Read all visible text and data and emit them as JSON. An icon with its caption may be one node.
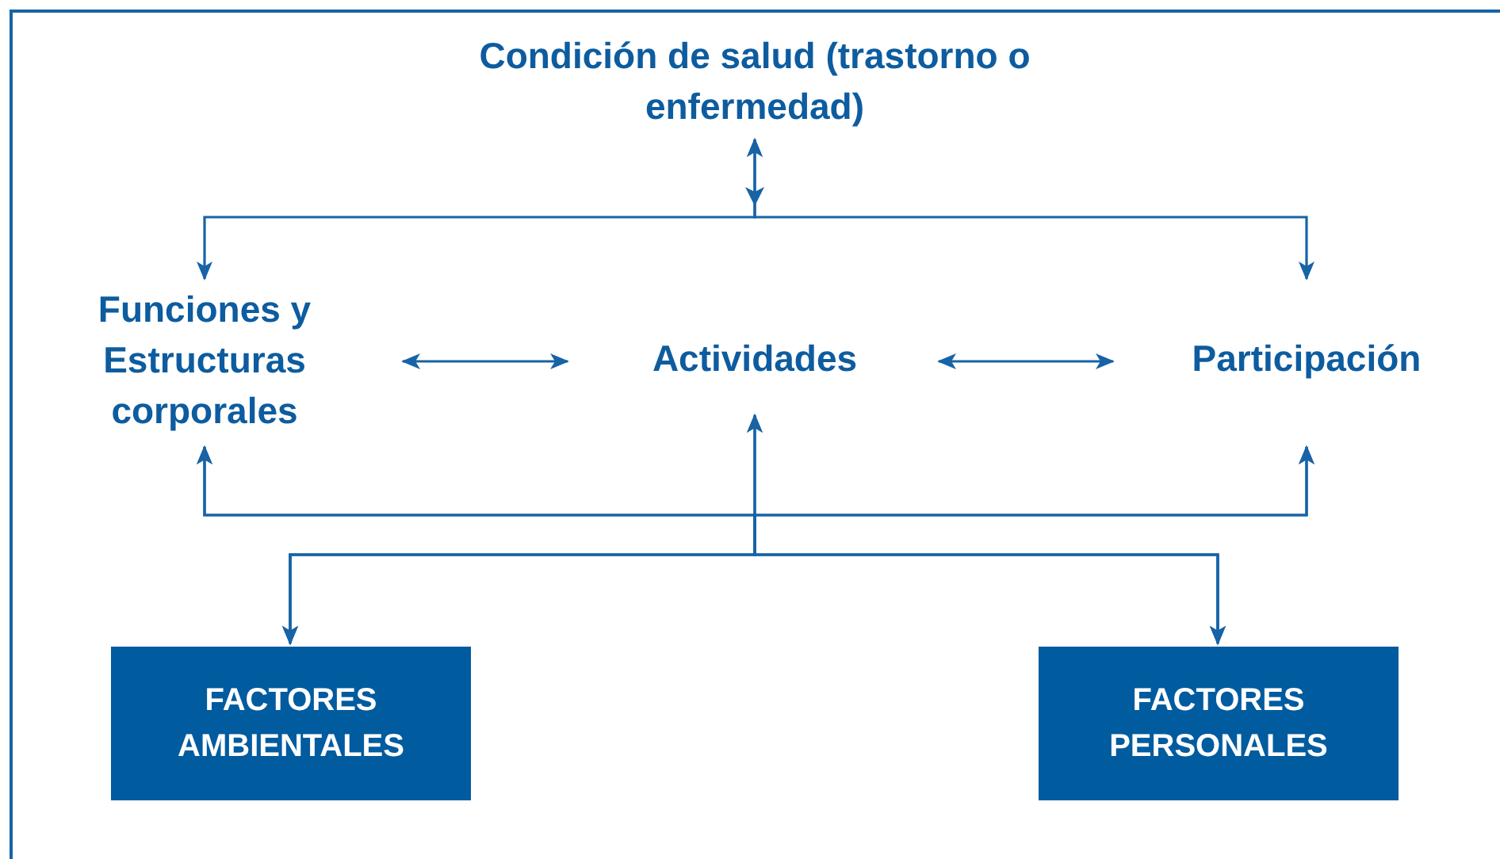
{
  "diagram": {
    "nodes": [
      {
        "text": [
          "Condición de salud (trastorno o enfermedad)"
        ]
      },
      {
        "text": [
          "Funciones y Estructuras corporales"
        ]
      },
      {
        "text": [
          "Actividades"
        ]
      },
      {
        "text": [
          "Participación"
        ]
      },
      {
        "text": [
          "FACTORES AMBIENTALES"
        ]
      },
      {
        "text": [
          "FACTORES PERSONALES"
        ]
      }
    ],
    "edges": [
      {
        "from": 0,
        "to": 1,
        "arrow": "both"
      },
      {
        "from": 0,
        "to": 3,
        "arrow": "both"
      },
      {
        "from": 1,
        "to": 2,
        "arrow": "both"
      },
      {
        "from": 2,
        "to": 3,
        "arrow": "both"
      },
      {
        "from": 4,
        "to": 1,
        "arrow": "both"
      },
      {
        "from": 4,
        "to": 2,
        "arrow": "both"
      },
      {
        "from": 4,
        "to": 3,
        "arrow": "both"
      },
      {
        "from": 5,
        "to": 1,
        "arrow": "both"
      },
      {
        "from": 5,
        "to": 2,
        "arrow": "both"
      },
      {
        "from": 5,
        "to": 3,
        "arrow": "both"
      }
    ]
  }
}
